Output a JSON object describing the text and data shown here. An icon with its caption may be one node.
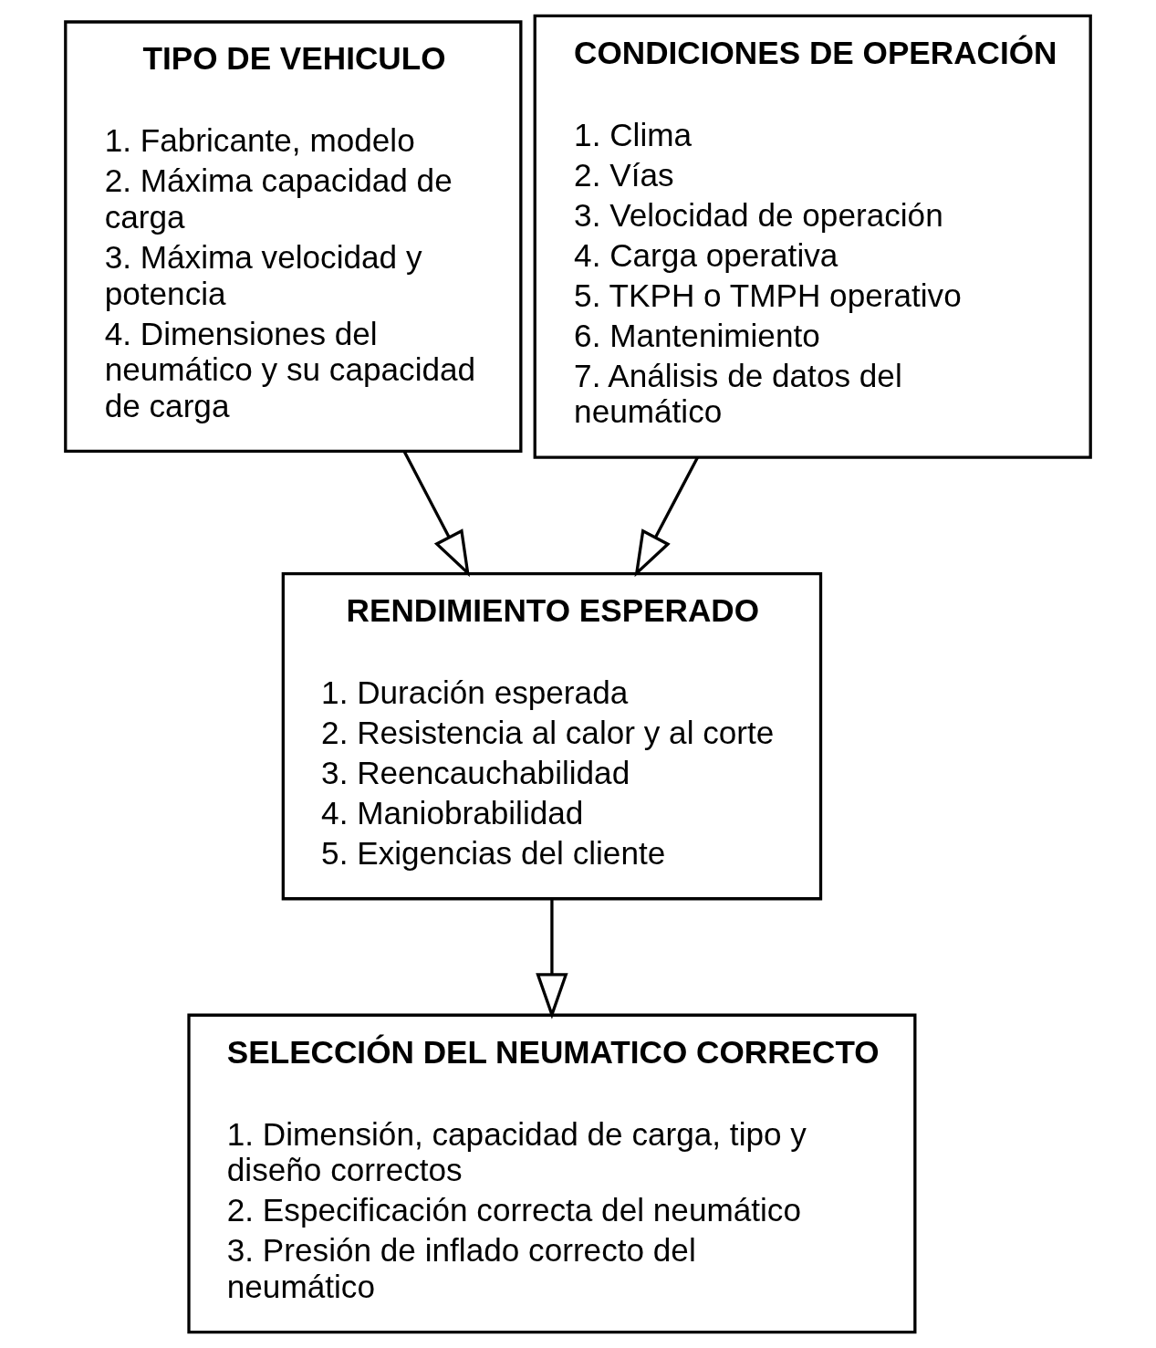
{
  "diagram": {
    "nodes": [
      {
        "text": [
          "TIPO DE VEHICULO",
          "1. Fabricante, modelo",
          "2. Máxima capacidad de carga",
          "3. Máxima velocidad y potencia",
          "4. Dimensiones del neumático y su capacidad de carga"
        ]
      },
      {
        "text": [
          "CONDICIONES DE OPERACIÓN",
          "1. Clima",
          "2. Vías",
          "3. Velocidad de operación",
          "4. Carga operativa",
          "5. TKPH o TMPH operativo",
          "6. Mantenimiento",
          "7. Análisis de datos del neumático"
        ]
      },
      {
        "text": [
          "RENDIMIENTO ESPERADO",
          "1. Duración esperada",
          "2. Resistencia al calor y al corte",
          "3. Reencauchabilidad",
          "4. Maniobrabilidad",
          "5. Exigencias del cliente"
        ]
      },
      {
        "text": [
          "SELECCIÓN DEL NEUMATICO CORRECTO",
          "1. Dimensión, capacidad de carga, tipo y diseño correctos",
          "2. Especificación correcta del neumático",
          "3. Presión de inflado correcto del neumático"
        ]
      }
    ],
    "edges": [
      {
        "from": 0,
        "to": 2,
        "arrow": "to"
      },
      {
        "from": 1,
        "to": 2,
        "arrow": "to"
      },
      {
        "from": 2,
        "to": 3,
        "arrow": "to"
      }
    ]
  }
}
